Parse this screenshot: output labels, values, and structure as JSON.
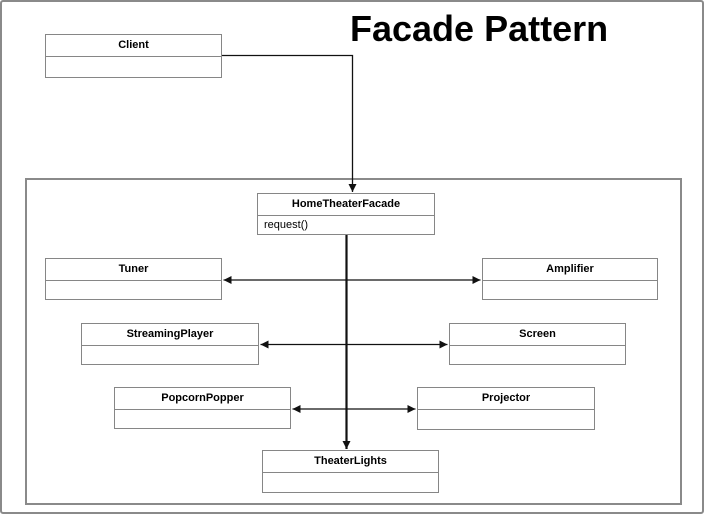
{
  "title": "Facade Pattern",
  "colors": {
    "background": "#ffffff",
    "frame_border": "#8a8a8a",
    "box_border": "#868686",
    "connector": "#111111",
    "text": "#000000"
  },
  "classes": {
    "client": {
      "name": "Client"
    },
    "facade": {
      "name": "HomeTheaterFacade",
      "method": "request()"
    },
    "tuner": {
      "name": "Tuner"
    },
    "amplifier": {
      "name": "Amplifier"
    },
    "streaming_player": {
      "name": "StreamingPlayer"
    },
    "screen": {
      "name": "Screen"
    },
    "popcorn_popper": {
      "name": "PopcornPopper"
    },
    "projector": {
      "name": "Projector"
    },
    "theater_lights": {
      "name": "TheaterLights"
    }
  },
  "relations": [
    {
      "from": "Client",
      "to": "HomeTheaterFacade",
      "type": "directed-arrow"
    },
    {
      "from": "HomeTheaterFacade",
      "to": "TheaterLights",
      "type": "directed-arrow"
    },
    {
      "from": "Tuner",
      "to": "Amplifier",
      "type": "double-arrow"
    },
    {
      "from": "StreamingPlayer",
      "to": "Screen",
      "type": "double-arrow"
    },
    {
      "from": "PopcornPopper",
      "to": "Projector",
      "type": "double-arrow"
    }
  ]
}
